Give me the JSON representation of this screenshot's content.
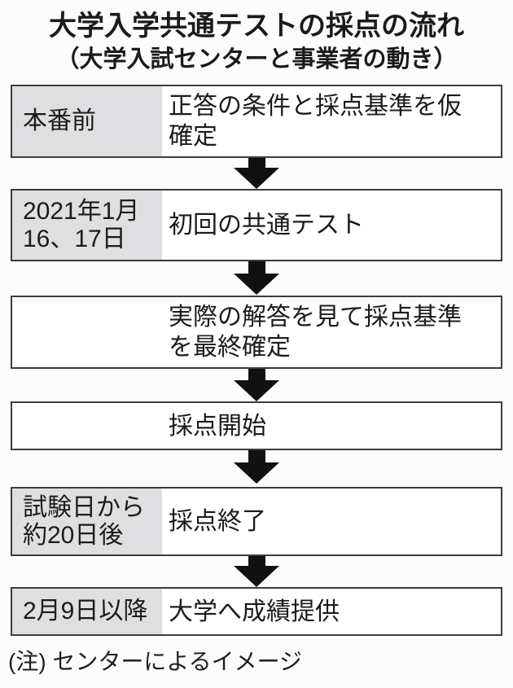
{
  "header": {
    "title": "大学入学共通テストの採点の流れ",
    "subtitle": "（大学入試センターと事業者の動き）"
  },
  "flow": {
    "steps": [
      {
        "label": "本番前",
        "text": "正答の条件と採点基準を仮\n確定"
      },
      {
        "label": "2021年1月\n16、17日",
        "text": "初回の共通テスト"
      },
      {
        "label": "",
        "text": "実際の解答を見て採点基準\nを最終確定"
      },
      {
        "label": "",
        "text": "採点開始"
      },
      {
        "label": "試験日から\n約20日後",
        "text": "採点終了"
      },
      {
        "label": "2月9日以降",
        "text": "大学へ成績提供"
      }
    ]
  },
  "note": "(注) センターによるイメージ",
  "colors": {
    "label_background": "#dfdfe2",
    "box_border": "#3c3c3c",
    "arrow": "#111111",
    "text": "#1b1b1b",
    "background": "#fcfcfc"
  }
}
